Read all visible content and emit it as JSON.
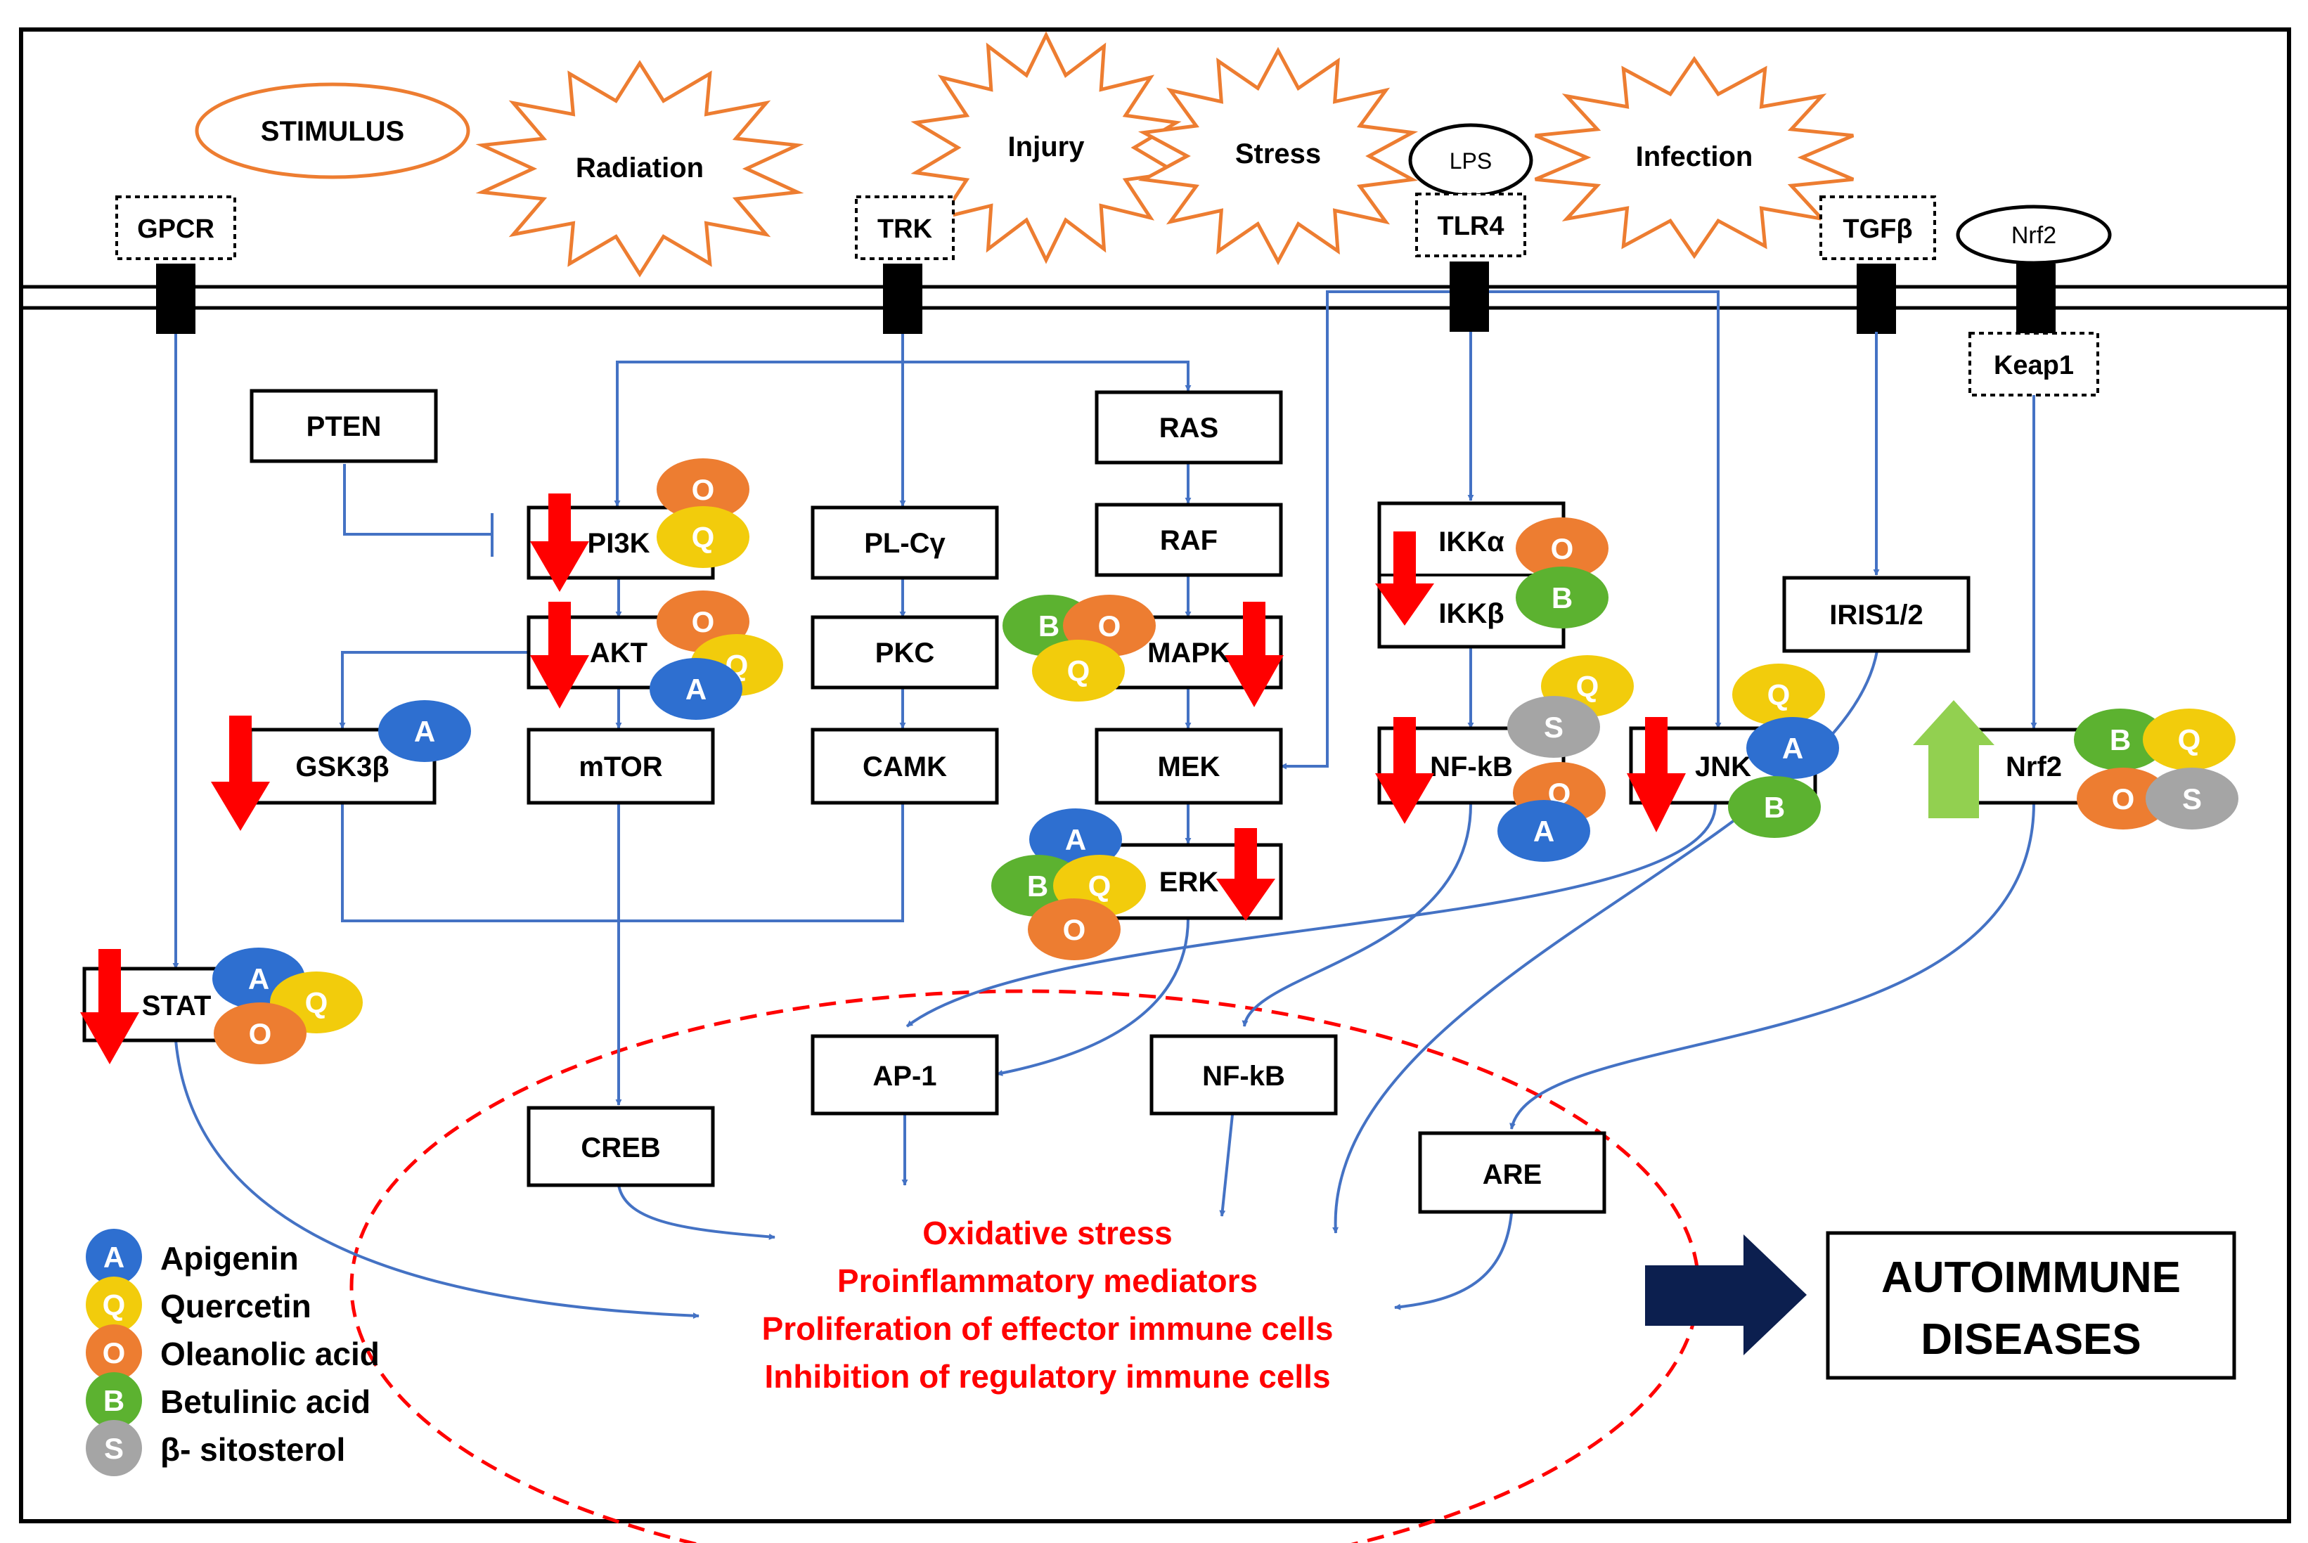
{
  "stimuli": {
    "stimulus": "STIMULUS",
    "radiation": "Radiation",
    "injury": "Injury",
    "stress": "Stress",
    "infection": "Infection",
    "lps": "LPS",
    "nrf2_ligand": "Nrf2"
  },
  "receptors": {
    "gpcr": "GPCR",
    "trk": "TRK",
    "tlr4": "TLR4",
    "tgfb": "TGFβ",
    "keap1": "Keap1"
  },
  "nodes": {
    "pten": "PTEN",
    "pi3k": "PI3K",
    "akt": "AKT",
    "gsk3b": "GSK3β",
    "mtor": "mTOR",
    "plcg": "PL-Cγ",
    "pkc": "PKC",
    "camk": "CAMK",
    "ras": "RAS",
    "raf": "RAF",
    "mapk": "MAPK",
    "mek": "MEK",
    "erk": "ERK",
    "ikka": "IKKα",
    "ikkb": "IKKβ",
    "nfkb_cyto": "NF-kB",
    "jnk": "JNK",
    "iris": "IRIS1/2",
    "nrf2": "Nrf2",
    "stat": "STAT",
    "ap1": "AP-1",
    "nfkb_nuc": "NF-kB",
    "creb": "CREB",
    "are": "ARE"
  },
  "outcomes": [
    "Oxidative stress",
    "Proinflammatory mediators",
    "Proliferation of effector immune cells",
    "Inhibition of regulatory immune cells"
  ],
  "result": {
    "line1": "AUTOIMMUNE",
    "line2": "DISEASES"
  },
  "compounds": {
    "A": {
      "letter": "A",
      "name": "Apigenin",
      "color": "#2e6fd0"
    },
    "Q": {
      "letter": "Q",
      "name": "Quercetin",
      "color": "#f2cc0c"
    },
    "O": {
      "letter": "O",
      "name": "Oleanolic acid",
      "color": "#ed7d31"
    },
    "B": {
      "letter": "B",
      "name": "Betulinic acid",
      "color": "#5cb230"
    },
    "S": {
      "letter": "S",
      "name": "β- sitosterol",
      "color": "#a5a5a5"
    }
  },
  "colors": {
    "arrow": "#4472c4",
    "inhibit_arrow": "#ff0000",
    "activate_arrow": "#92d050",
    "stimulus_outline": "#ed7d31",
    "outcome_text": "#ff0000",
    "big_arrow": "#0c1f4f"
  }
}
